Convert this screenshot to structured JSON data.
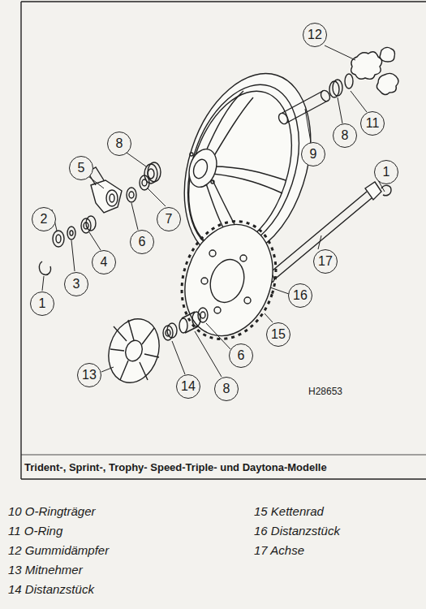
{
  "diagram": {
    "caption": "Trident-, Sprint-, Trophy- Speed-Triple- und Daytona-Modelle",
    "nodes": [
      {
        "text": [
          "12"
        ]
      },
      {
        "text": [
          "11"
        ]
      },
      {
        "text": [
          "8"
        ]
      },
      {
        "text": [
          "8"
        ]
      },
      {
        "text": [
          "9"
        ]
      },
      {
        "text": [
          "5"
        ]
      },
      {
        "text": [
          "1"
        ]
      },
      {
        "text": [
          "2"
        ]
      },
      {
        "text": [
          "7"
        ]
      },
      {
        "text": [
          "6"
        ]
      },
      {
        "text": [
          "17"
        ]
      },
      {
        "text": [
          "4"
        ]
      },
      {
        "text": [
          "3"
        ]
      },
      {
        "text": [
          "16"
        ]
      },
      {
        "text": [
          "1"
        ]
      },
      {
        "text": [
          "15"
        ]
      },
      {
        "text": [
          "6"
        ]
      },
      {
        "text": [
          "13"
        ]
      },
      {
        "text": [
          "14"
        ]
      },
      {
        "text": [
          "8"
        ]
      }
    ],
    "labels": [
      "H28653",
      "10 O-Ringträger",
      "11 O-Ring",
      "12 Gummidämpfer",
      "13 Mitnehmer",
      "14 Distanzstück",
      "15 Kettenrad",
      "16 Distanzstück",
      "17 Achse"
    ]
  }
}
